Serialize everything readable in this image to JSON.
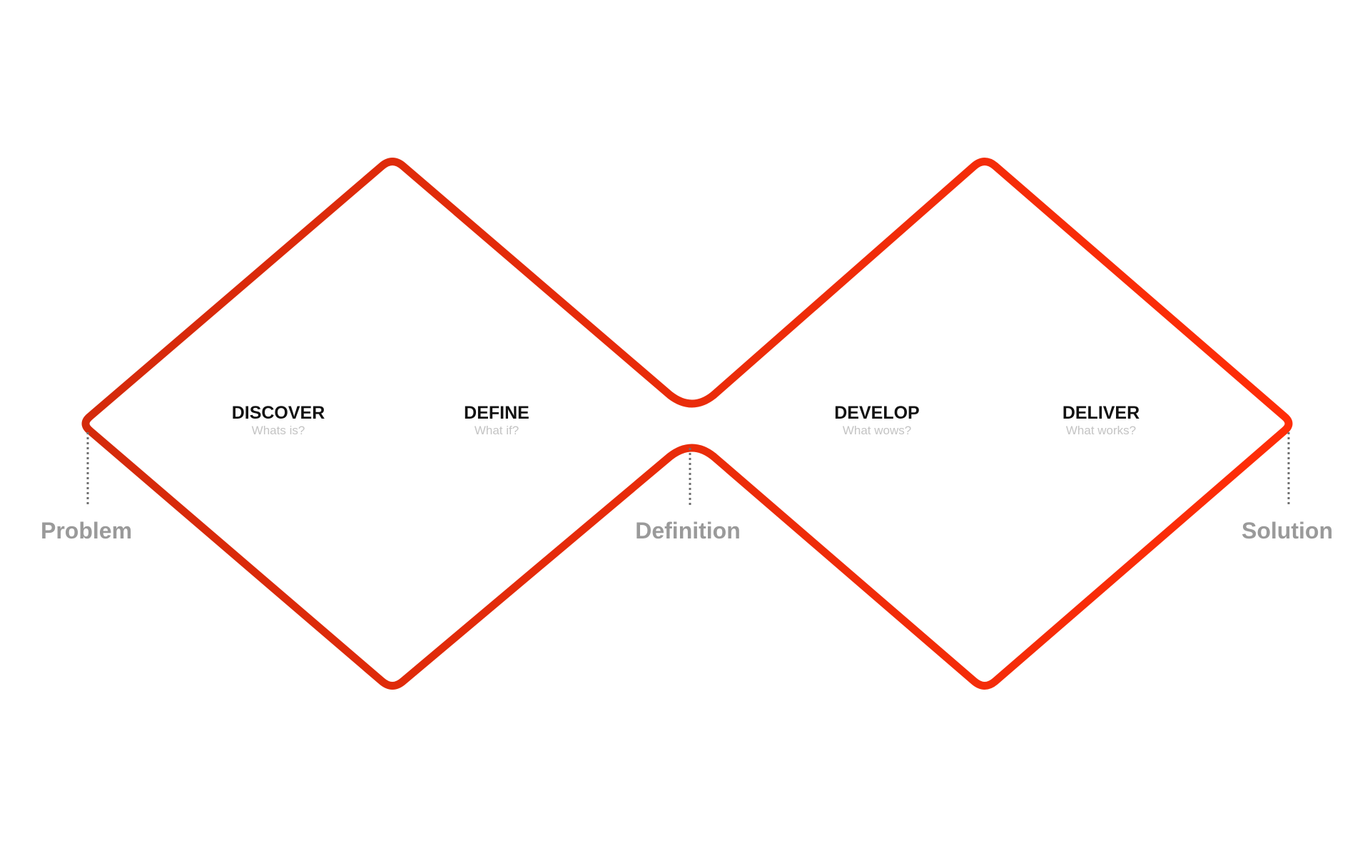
{
  "colors": {
    "diamond_left_start": "#d42a0b",
    "diamond_right_end": "#ff2d08",
    "milestone_text": "#9a9a9a",
    "phase_title": "#111111",
    "phase_question": "#c4c4c4"
  },
  "phases": [
    {
      "title": "DISCOVER",
      "question": "Whats is?"
    },
    {
      "title": "DEFINE",
      "question": "What if?"
    },
    {
      "title": "DEVELOP",
      "question": "What wows?"
    },
    {
      "title": "DELIVER",
      "question": "What works?"
    }
  ],
  "milestones": [
    {
      "label": "Problem"
    },
    {
      "label": "Definition"
    },
    {
      "label": "Solution"
    }
  ]
}
